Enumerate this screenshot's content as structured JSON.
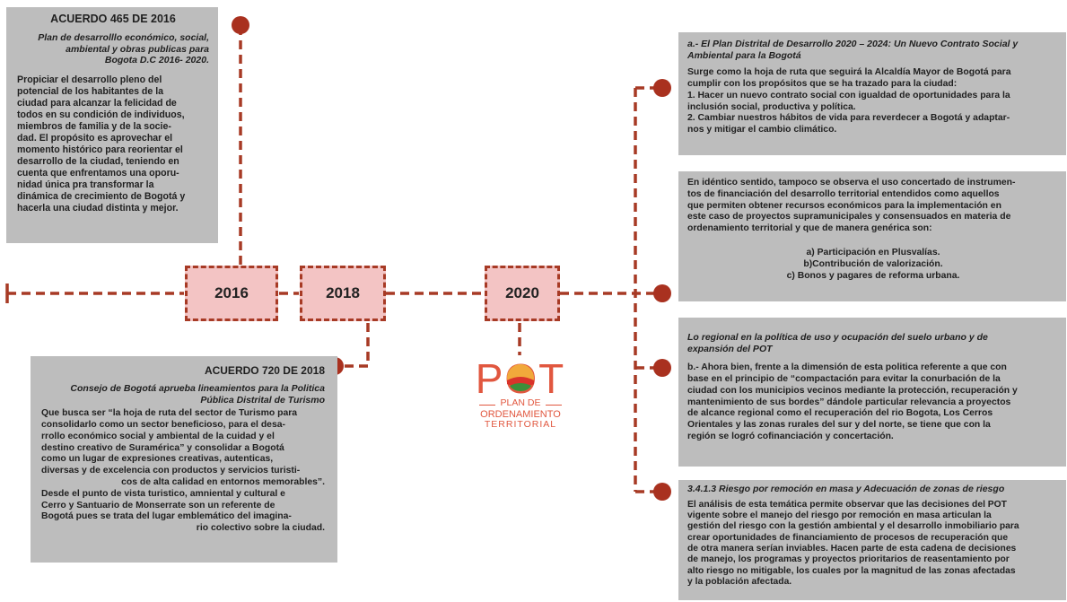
{
  "years": [
    "2016",
    "2018",
    "2020"
  ],
  "box_2016": {
    "title": "ACUERDO 465 DE 2016",
    "subtitle": [
      "Plan de desarrolllo  económico, social,",
      "ambiental y obras publicas para",
      "Bogota D.C  2016-  2020."
    ],
    "body": [
      "Propiciar el desarrollo pleno del",
      "potencial de los habitantes de la",
      "ciudad para alcanzar la felicidad de",
      "todos en su condición de individuos,",
      "miembros de familia y de la socie-",
      "dad. El propósito es aprovechar  el",
      "momento histórico para reorientar el",
      "desarrollo de la ciudad, teniendo en",
      "cuenta que enfrentamos una oporu-",
      "nidad única pra transformar la",
      "dinámica de crecimiento de Bogotá y",
      "hacerla una ciudad distinta y mejor."
    ]
  },
  "box_2018": {
    "title": "ACUERDO 720 DE 2018",
    "subtitle": [
      "Consejo de  Bogotá aprueba lineamientos para la Politica",
      "Pública Distrital de Turismo"
    ],
    "body": [
      "Que busca ser “la hoja de ruta del sector de Turismo para",
      "consolidarlo como un sector beneficioso, para el desa-",
      "rrollo económico social y ambiental de la cuidad y el",
      "destino creativo de Suramérica” y consolidar a Bogotá",
      "como un lugar de expresiones creativas, autenticas,",
      "diversas y de excelencia con productos y servicios turisti-",
      "cos de alta calidad en entornos memorables”.",
      "Desde el punto de vista turistico, amniental y cultural e",
      "Cerro y Santuario de Monserrate son un referente de",
      "Bogotá pues se trata del lugar emblemático del imagina-",
      "rio colectivo sobre la ciudad."
    ]
  },
  "box_a": {
    "title": [
      "a.- El Plan Distrital de Desarrollo 2020 – 2024: Un Nuevo Contrato Social y",
      "Ambiental para la Bogotá"
    ],
    "body": [
      "Surge como la hoja de ruta que seguirá la Alcaldía Mayor de Bogotá para",
      "cumplir con los propósitos que se ha trazado para la ciudad:",
      "1. Hacer un nuevo contrato social con igualdad de oportunidades para la",
      "inclusión social, productiva y política.",
      "2. Cambiar nuestros hábitos de vida para reverdecer a Bogotá y adaptar-",
      "nos y mitigar el cambio climático."
    ]
  },
  "box_fin": {
    "body": [
      "En idéntico sentido, tampoco se observa el uso concertado de instrumen-",
      "tos de financiación del desarrollo territorial entendidos como aquellos",
      "que permiten obtener recursos económicos para la implementación en",
      "este caso de proyectos supramunicipales y consensuados en materia de",
      "ordenamiento territorial y que de manera genérica son:"
    ],
    "list": [
      "a) Participación en Plusvalías.",
      "b)Contribución de valorización.",
      "c) Bonos y pagares de reforma urbana."
    ]
  },
  "box_reg": {
    "title": [
      "Lo regional en la política de uso y ocupación del suelo urbano y de",
      "expansión del POT"
    ],
    "body": [
      "b.- Ahora bien, frente a la dimensión de esta politica referente a que con",
      "base en el principio de “compactación para evitar la conurbación de la",
      "ciudad con los municipios vecinos mediante la protección, recuperación y",
      "mantenimiento de sus bordes” dándole particular relevancia a proyectos",
      "de alcance regional como el recuperación del rio Bogota, Los Cerros",
      "Orientales y las zonas rurales del sur y del norte, se tiene que con la",
      "región se logró cofinanciación y concertación."
    ]
  },
  "box_risk": {
    "title": "3.4.1.3 Riesgo por remoción en masa y Adecuación de zonas de riesgo",
    "body": [
      "El análisis de esta temática permite observar que las decisiones del POT",
      "vigente sobre el manejo del riesgo por remoción en masa articulan la",
      "gestión del riesgo con la gestión ambiental y el desarrollo inmobiliario para",
      "crear oportunidades de financiamiento de procesos de recuperación que",
      "de otra manera serían inviables. Hacen parte de esta cadena de decisiones",
      "de manejo, los programas y proyectos prioritarios de reasentamiento por",
      "alto riesgo no mitigable, los cuales por la magnitud de las zonas afectadas",
      "y la población afectada."
    ]
  },
  "logo": {
    "word": "POT",
    "line1": "PLAN DE",
    "line2": "ORDENAMIENTO",
    "line3": "TERRITORIAL"
  },
  "colors": {
    "line": "#a73a25",
    "dot": "#a9311f",
    "box": "#bdbdbd",
    "year_fill": "#f3c4c4",
    "logo_red": "#e1573f"
  }
}
